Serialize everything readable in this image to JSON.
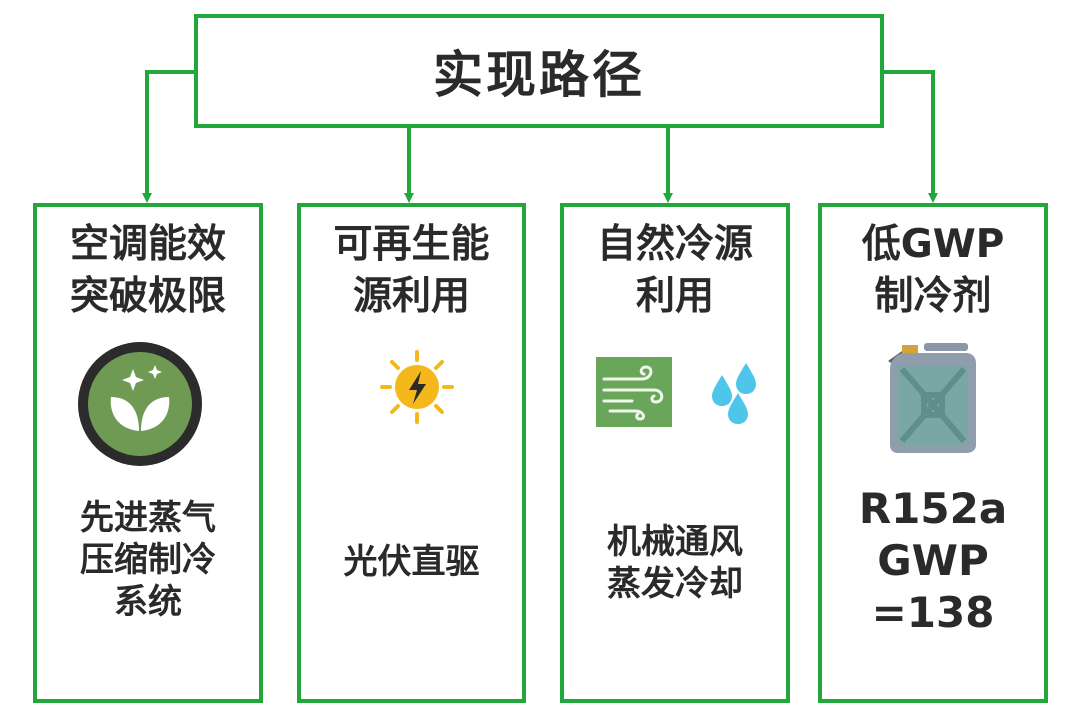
{
  "header": {
    "title": "实现路径"
  },
  "columns": [
    {
      "title": "空调能效\n突破极限",
      "description": "先进蒸气\n压缩制冷\n系统",
      "icon": "leaf-badge-icon"
    },
    {
      "title": "可再生能\n源利用",
      "description": "光伏直驱",
      "icon": "sun-bolt-icon"
    },
    {
      "title": "自然冷源\n利用",
      "description": "机械通风\n蒸发冷却",
      "icon": "wind-and-water-icon"
    },
    {
      "title": "低GWP\n制冷剂",
      "description": "R152a\nGWP\n=138",
      "icon": "jerry-can-icon"
    }
  ],
  "colors": {
    "border": "#22a83a",
    "text": "#2a2a2a"
  }
}
